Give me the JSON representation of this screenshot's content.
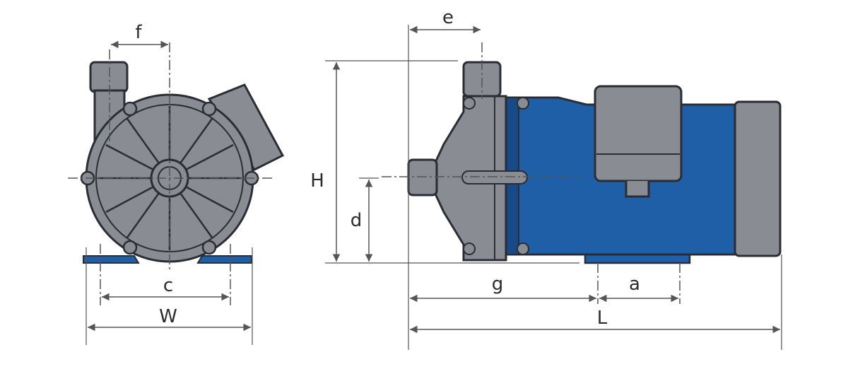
{
  "labels": {
    "f": "f",
    "c": "c",
    "W": "W",
    "e": "e",
    "H": "H",
    "d": "d",
    "g": "g",
    "a": "a",
    "L": "L"
  },
  "colors": {
    "pump_body": "#8a8c93",
    "pump_dark": "#2a2d34",
    "motor_blue": "#1f5fa8",
    "motor_shade": "#174a86",
    "dimension_line": "#555555"
  }
}
